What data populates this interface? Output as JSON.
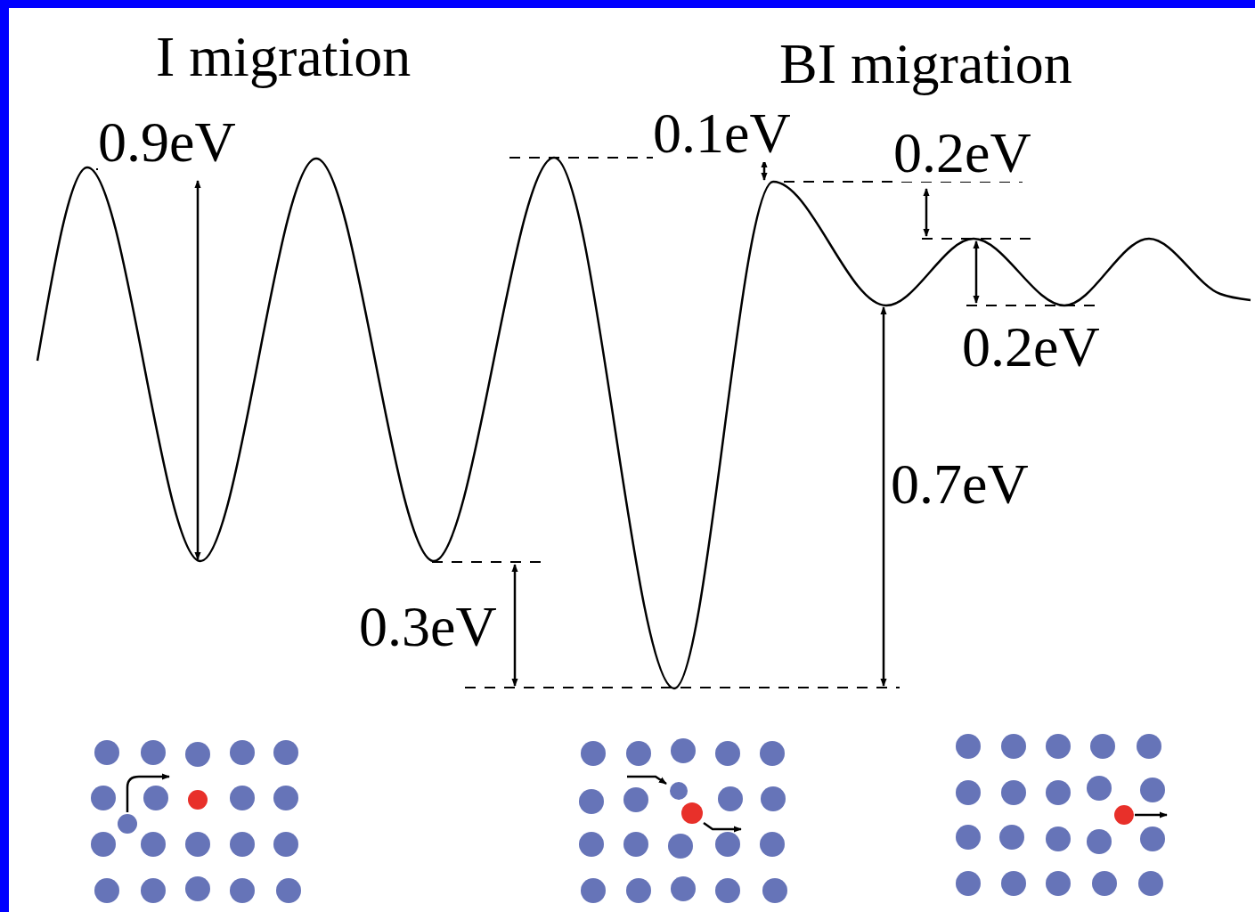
{
  "diagram": {
    "labels": [
      "I migration",
      "BI migration",
      "0.9eV",
      "0.1eV",
      "0.2eV",
      "0.2eV",
      "0.3eV",
      "0.7eV"
    ]
  }
}
